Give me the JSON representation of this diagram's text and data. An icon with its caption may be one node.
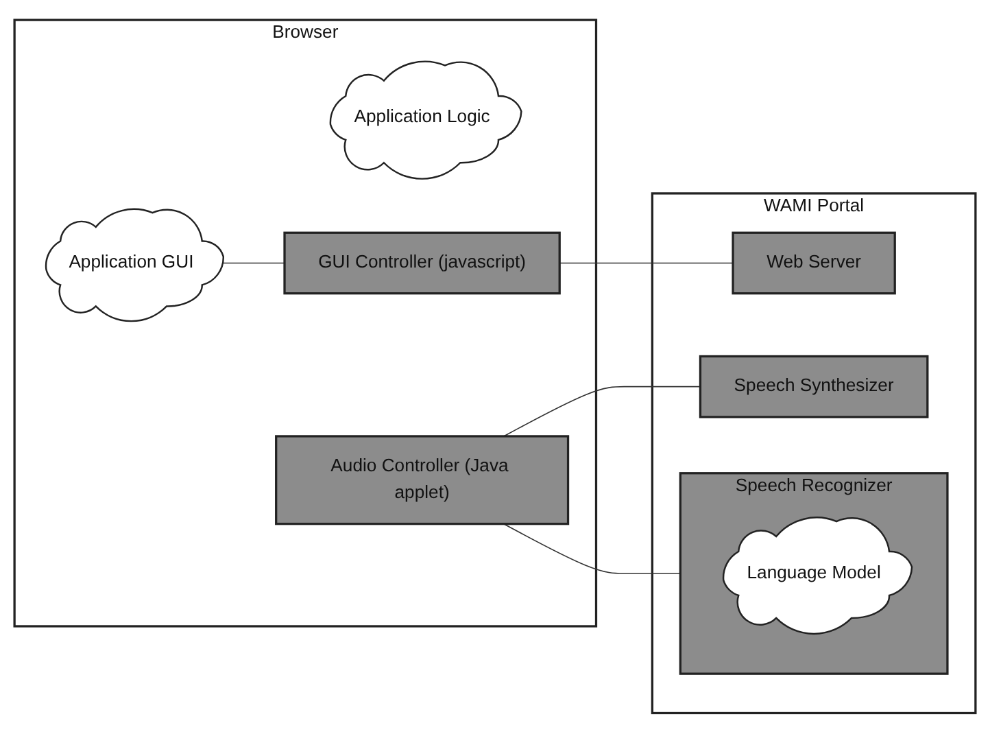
{
  "diagram": {
    "nodes": [
      {
        "text": [
          "Browser"
        ]
      },
      {
        "text": [
          "Application Logic"
        ],
        "in": 0
      },
      {
        "text": [
          "Application GUI"
        ],
        "in": 0
      },
      {
        "text": [
          "GUI Controller (javascript)"
        ],
        "in": 0
      },
      {
        "text": [
          "Audio Controller (Java applet)"
        ],
        "in": 0
      },
      {
        "text": [
          "WAMI Portal"
        ]
      },
      {
        "text": [
          "Web Server"
        ],
        "in": 5
      },
      {
        "text": [
          "Speech Recognizer"
        ],
        "in": 5
      },
      {
        "text": [
          "Language Model"
        ],
        "in": 7
      },
      {
        "text": [
          "Speech Synthesizer"
        ],
        "in": 5
      }
    ],
    "edges": [
      {
        "from": 2,
        "to": 3,
        "arrow": "none"
      },
      {
        "from": 3,
        "to": 6,
        "arrow": "none"
      },
      {
        "from": 4,
        "to": 7,
        "arrow": "none"
      },
      {
        "from": 4,
        "to": 9,
        "arrow": "none"
      }
    ]
  }
}
